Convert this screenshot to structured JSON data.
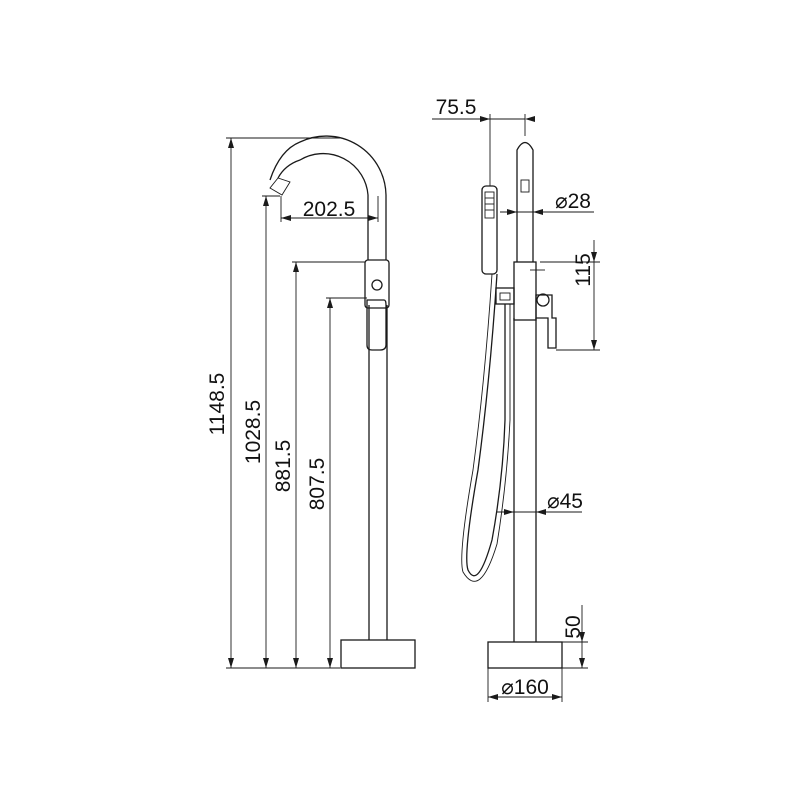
{
  "front_view": {
    "dimensions": {
      "total_height": "1148.5",
      "spout_outlet_height": "1028.5",
      "body_top_height": "881.5",
      "handle_height": "807.5",
      "spout_reach": "202.5"
    }
  },
  "side_view": {
    "dimensions": {
      "spout_offset": "75.5",
      "spout_diameter": "⌀28",
      "body_height": "115",
      "pipe_diameter": "⌀45",
      "base_height": "50",
      "base_diameter": "⌀160"
    }
  },
  "colors": {
    "line": "#1a1a1a",
    "background": "#ffffff"
  }
}
